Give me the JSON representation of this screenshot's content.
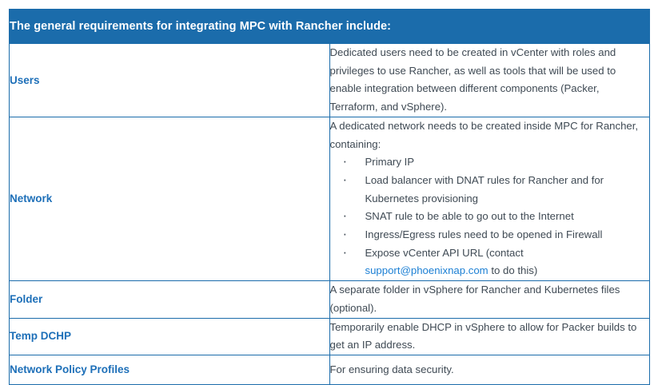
{
  "table": {
    "header": "The general requirements for integrating MPC with Rancher include:",
    "colors": {
      "header_background": "#1b6cab",
      "header_text": "#ffffff",
      "border": "#1b6cab",
      "label_text": "#1d6fb8",
      "body_text": "#3f4a54",
      "link": "#1b7fd4"
    },
    "rows": [
      {
        "label": "Users",
        "intro": "Dedicated users need to be created in vCenter with roles and privileges to use Rancher, as well as tools that will be used to enable integration between different components (Packer, Terraform, and vSphere).",
        "bullets": []
      },
      {
        "label": "Network",
        "intro": "A dedicated network needs to be created inside MPC for Rancher, containing:",
        "bullets": [
          {
            "text_before": "Primary IP",
            "link": "",
            "text_after": ""
          },
          {
            "text_before": "Load balancer with DNAT rules for Rancher and for Kubernetes provisioning",
            "link": "",
            "text_after": ""
          },
          {
            "text_before": "SNAT rule to be able to go out to the Internet",
            "link": "",
            "text_after": ""
          },
          {
            "text_before": "Ingress/Egress rules need to be opened in Firewall",
            "link": "",
            "text_after": ""
          },
          {
            "text_before": "Expose vCenter API URL (contact ",
            "link": "support@phoenixnap.com",
            "text_after": " to do this)"
          }
        ]
      },
      {
        "label": "Folder",
        "intro": "A separate folder in vSphere for Rancher and Kubernetes files (optional).",
        "bullets": []
      },
      {
        "label": "Temp DCHP",
        "intro": "Temporarily enable DHCP in vSphere to allow for Packer builds to get an IP address.",
        "bullets": []
      },
      {
        "label": "Network Policy Profiles",
        "intro": "For ensuring data security.",
        "bullets": []
      }
    ]
  }
}
